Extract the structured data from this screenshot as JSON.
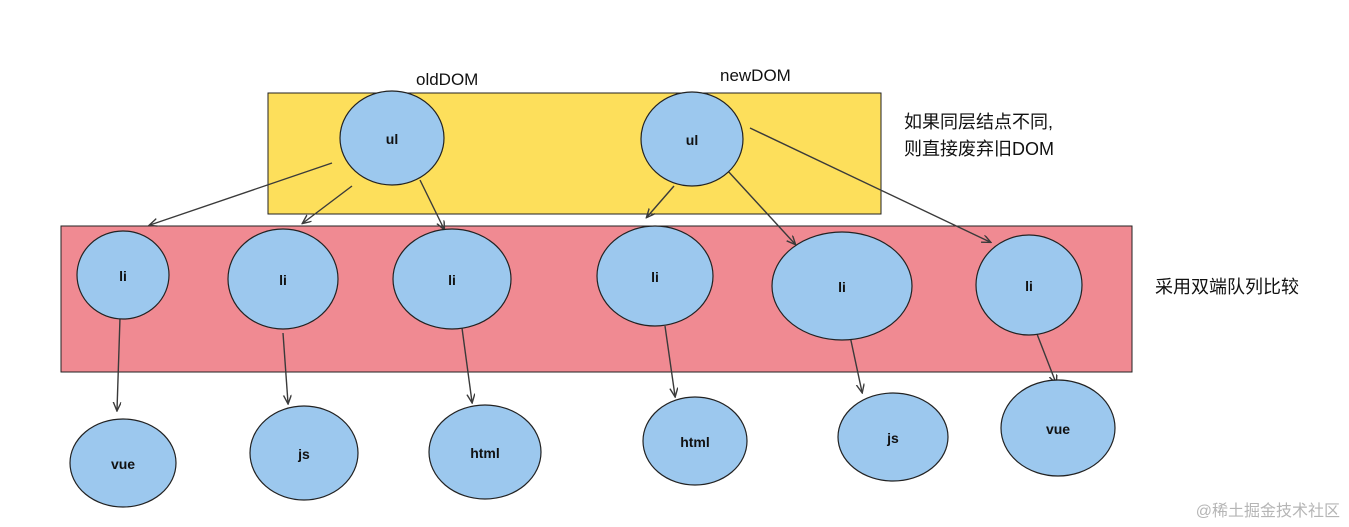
{
  "captions": {
    "old_dom": "oldDOM",
    "new_dom": "newDOM"
  },
  "notes": {
    "same_level_line1": "如果同层结点不同,",
    "same_level_line2": "则直接废弃旧DOM",
    "double_ended": "采用双端队列比较"
  },
  "watermark": "@稀土掘金技术社区",
  "colors": {
    "top_band": "#FDDF5B",
    "middle_band": "#F08A92",
    "node_fill": "#9CC8EE",
    "node_stroke": "#222222",
    "arrow": "#3a3a3a"
  },
  "old_tree": {
    "root": "ul",
    "children": [
      {
        "label": "li",
        "child": "vue"
      },
      {
        "label": "li",
        "child": "js"
      },
      {
        "label": "li",
        "child": "html"
      }
    ]
  },
  "new_tree": {
    "root": "ul",
    "children": [
      {
        "label": "li",
        "child": "html"
      },
      {
        "label": "li",
        "child": "js"
      },
      {
        "label": "li",
        "child": "vue"
      }
    ]
  }
}
